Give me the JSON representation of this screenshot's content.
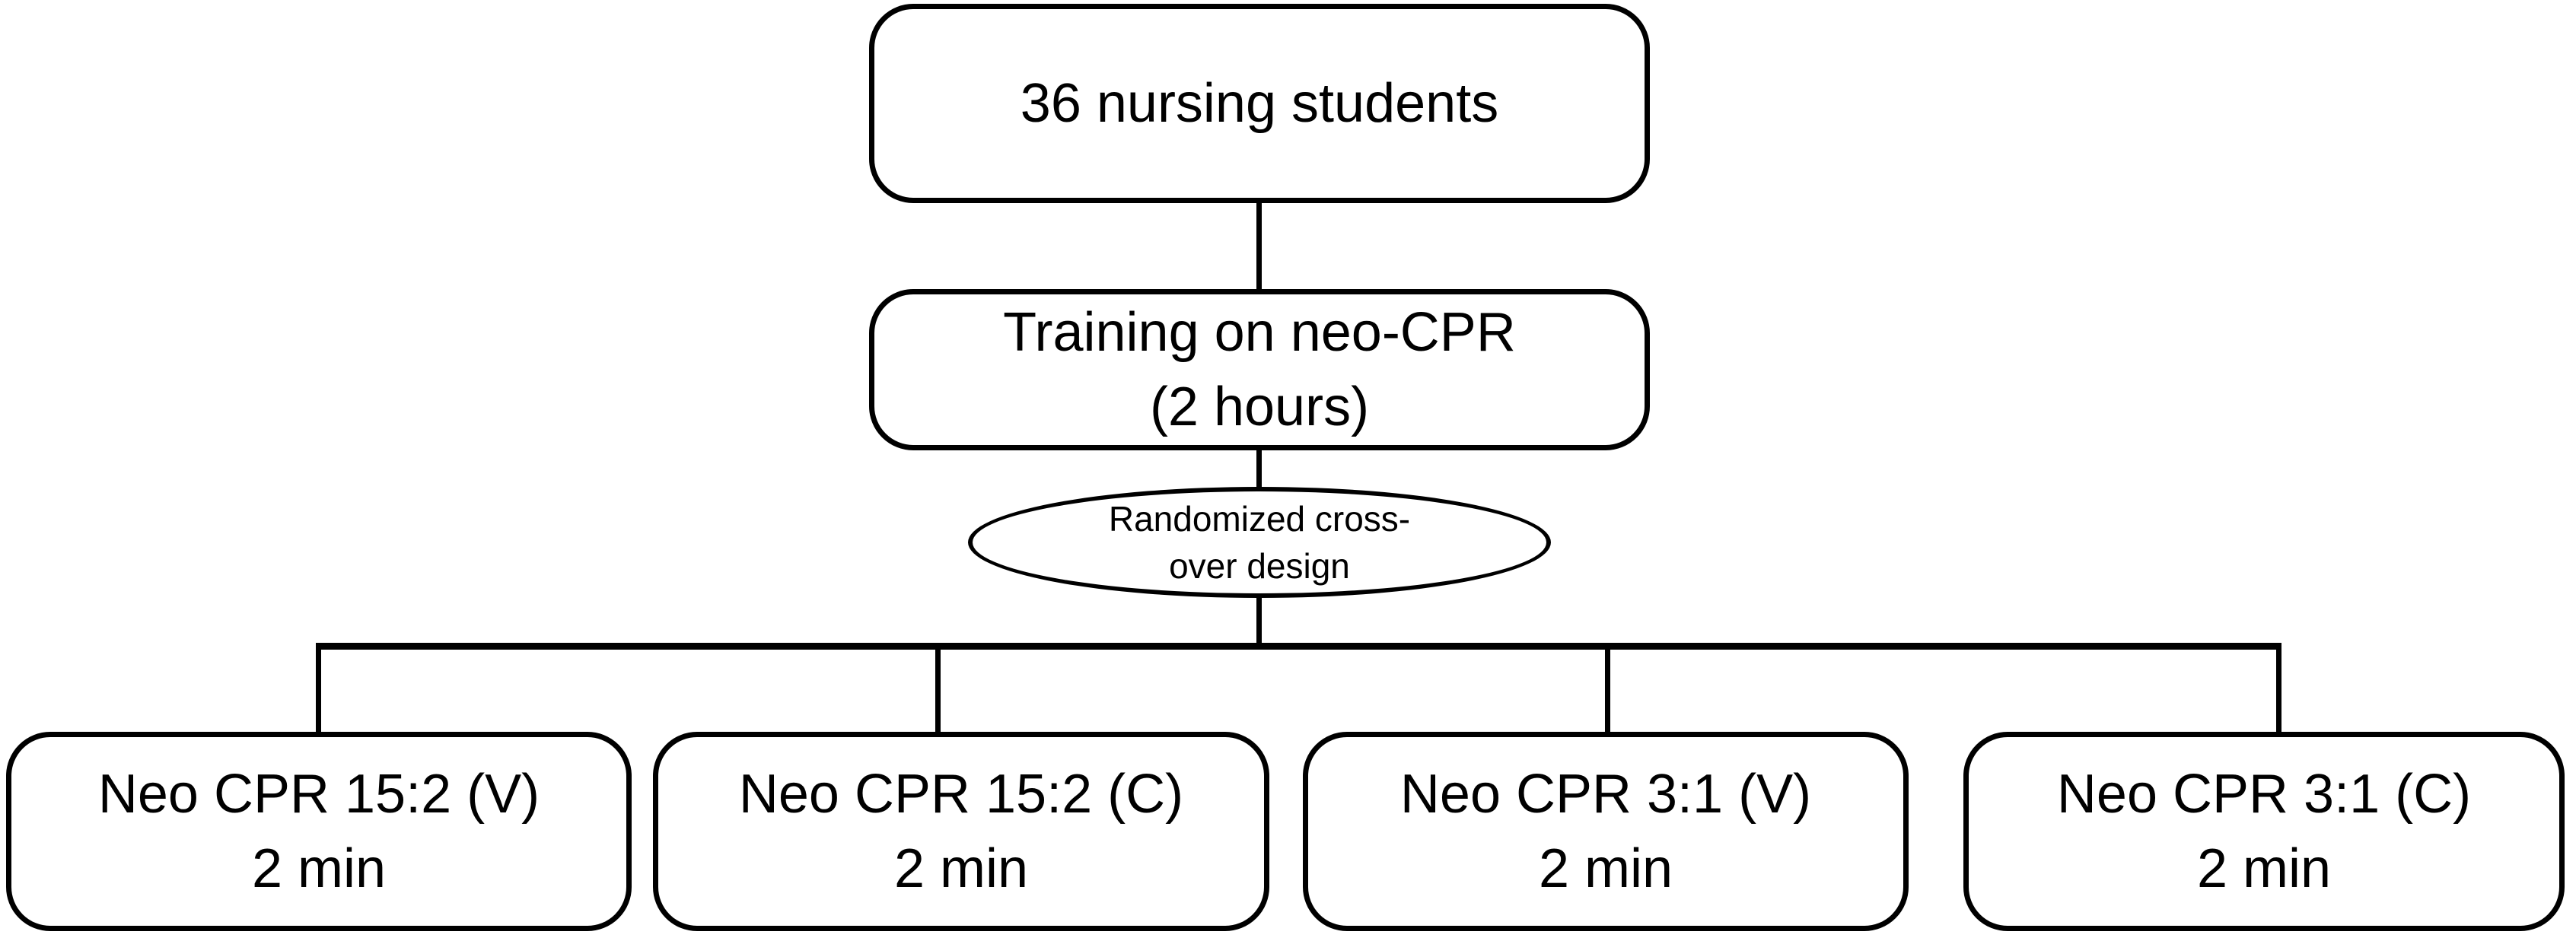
{
  "diagram": {
    "participants": {
      "label": "36 nursing students"
    },
    "training": {
      "line1": "Training on neo-CPR",
      "line2": "(2 hours)"
    },
    "randomization": {
      "line1": "Randomized cross-",
      "line2": "over design"
    },
    "arms": [
      {
        "line1": "Neo CPR 15:2 (V)",
        "line2": "2 min"
      },
      {
        "line1": "Neo CPR 15:2 (C)",
        "line2": "2 min"
      },
      {
        "line1": "Neo CPR 3:1 (V)",
        "line2": "2 min"
      },
      {
        "line1": "Neo CPR 3:1 (C)",
        "line2": "2 min"
      }
    ],
    "colors": {
      "line": "#000000",
      "background": "#ffffff",
      "text": "#000000"
    }
  }
}
